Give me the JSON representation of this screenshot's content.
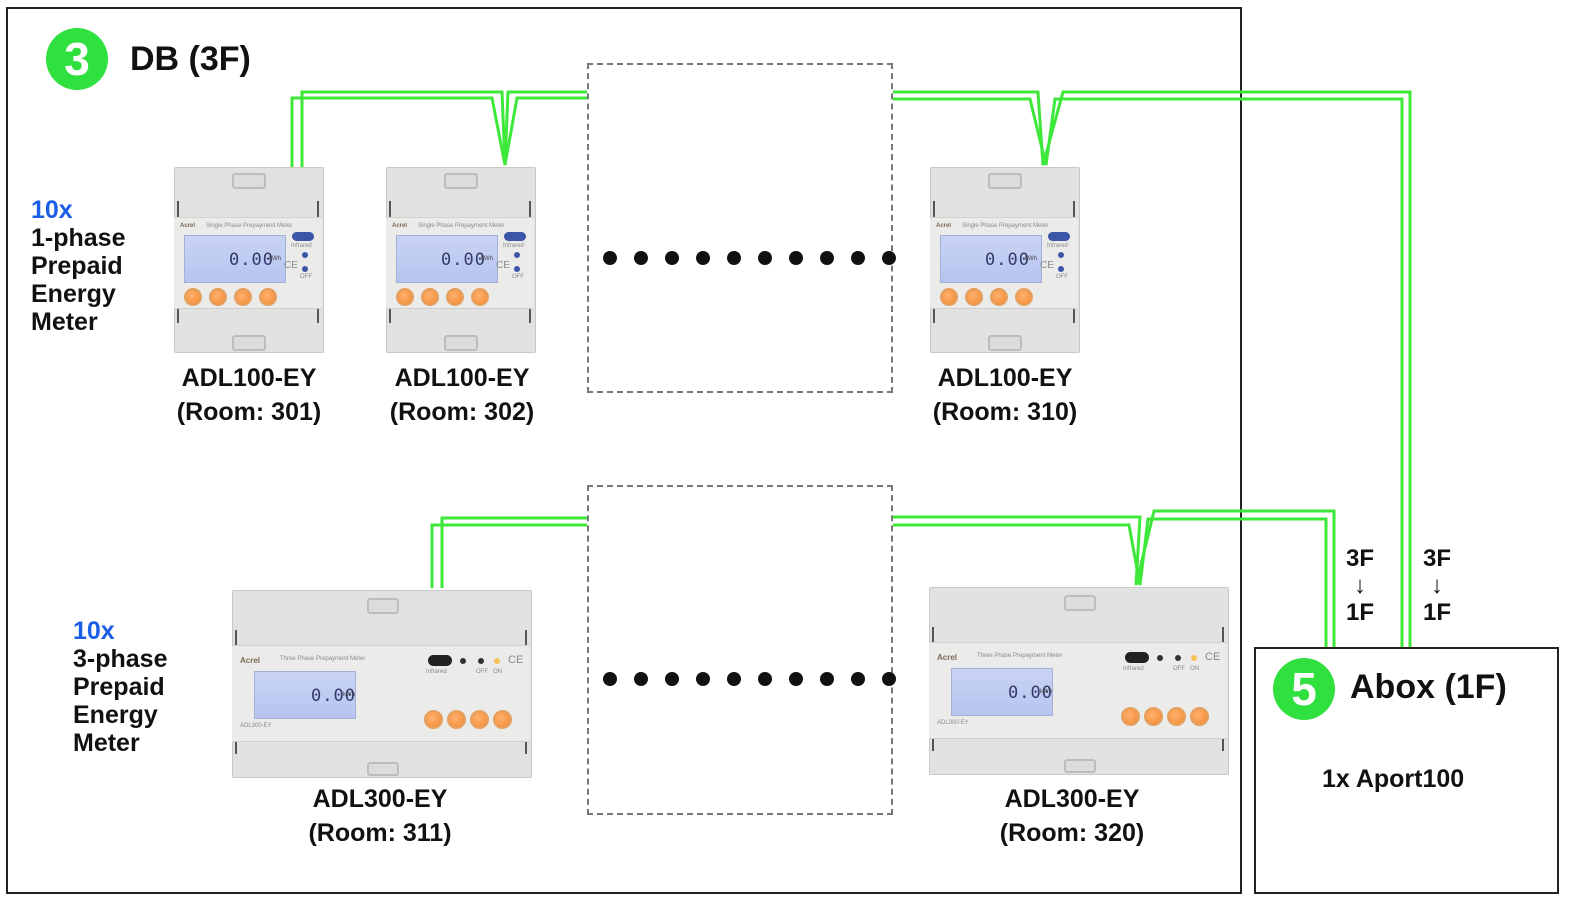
{
  "db_box": {
    "badge_number": "3",
    "title": "DB (3F)"
  },
  "abox": {
    "badge_number": "5",
    "title": "Abox (1F)",
    "content": "1x Aport100"
  },
  "legends": {
    "single_phase": {
      "count": "10x",
      "lines": [
        "1-phase",
        "Prepaid",
        "Energy",
        "Meter"
      ]
    },
    "three_phase": {
      "count": "10x",
      "lines": [
        "3-phase",
        "Prepaid",
        "Energy",
        "Meter"
      ]
    }
  },
  "meters_row1": [
    {
      "model": "ADL100-EY",
      "room": "(Room: 301)",
      "display": "0.00",
      "unit": "kWh",
      "brand": "Acrel",
      "type": "Single Phase Prepayment Meter",
      "ir_label": "Infrared",
      "off_label": "OFF"
    },
    {
      "model": "ADL100-EY",
      "room": "(Room: 302)",
      "display": "0.00",
      "unit": "kWh",
      "brand": "Acrel",
      "type": "Single Phase Prepayment Meter",
      "ir_label": "Infrared",
      "off_label": "OFF"
    },
    {
      "model": "ADL100-EY",
      "room": "(Room: 310)",
      "display": "0.00",
      "unit": "kWh",
      "brand": "Acrel",
      "type": "Single Phase Prepayment Meter",
      "ir_label": "Infrared",
      "off_label": "OFF"
    }
  ],
  "meters_row2": [
    {
      "model": "ADL300-EY",
      "room": "(Room: 311)",
      "display": "0.00",
      "unit": "kWh",
      "brand": "Acrel",
      "type": "Three Phase Prepayment Meter",
      "ir_label": "Infrared",
      "off_label": "OFF",
      "on_label": "ON",
      "face_model": "ADL300-EY"
    },
    {
      "model": "ADL300-EY",
      "room": "(Room: 320)",
      "display": "0.00",
      "unit": "kWh",
      "brand": "Acrel",
      "type": "Three Phase Prepayment Meter",
      "ir_label": "Infrared",
      "off_label": "OFF",
      "on_label": "ON",
      "face_model": "ADL300-EY"
    }
  ],
  "ellipsis_dot_count": 10,
  "floor_transitions": [
    {
      "from": "3F",
      "arrow": "↓",
      "to": "1F"
    },
    {
      "from": "3F",
      "arrow": "↓",
      "to": "1F"
    }
  ],
  "colors": {
    "wire": "#3ee83a",
    "badge": "#2fe03e",
    "count_text": "#1a5ee8",
    "border": "#222222",
    "dashed_border": "#777777"
  }
}
